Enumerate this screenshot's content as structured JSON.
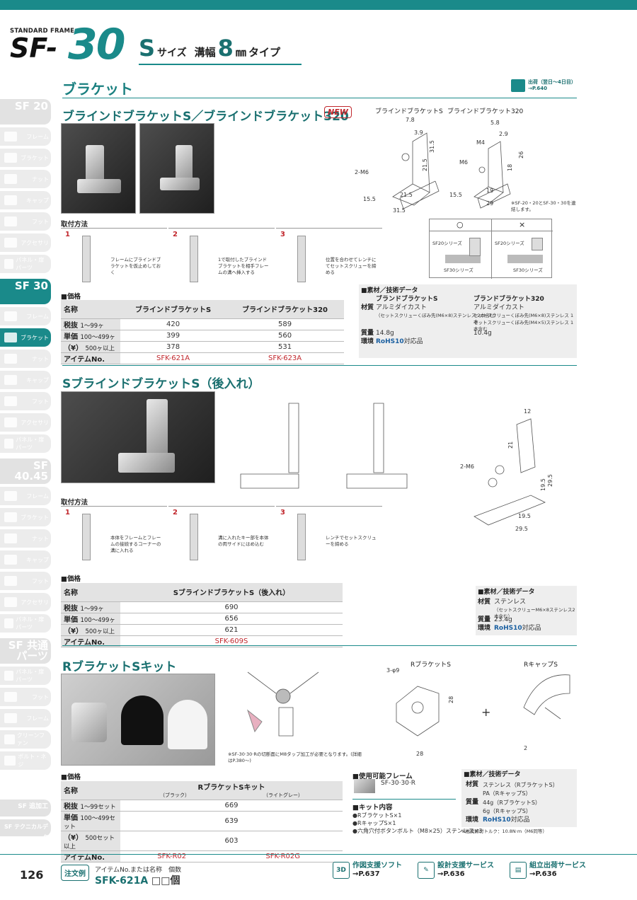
{
  "header": {
    "standard_frame": "STANDARD FRAME",
    "sf_prefix": "SF-",
    "sf_number": "30",
    "size_S": "S",
    "size_label": "サイズ",
    "groove": "溝幅",
    "groove_num": "8",
    "unit": "㎜",
    "type": "タイプ"
  },
  "page_title": "ブラケット",
  "ship": {
    "line1": "出荷（翌日〜4日目）",
    "line2": "→P.640"
  },
  "sidebar": {
    "sf20": "SF 20",
    "sf30": "SF 30",
    "sf4045": "SF 40.45",
    "common": "SF 共通パーツ",
    "addon": "SF 追加工",
    "technical": "SF テクニカルデータ",
    "items20": [
      "フレーム",
      "ブラケット",
      "ナット",
      "キャップ",
      "フット",
      "アクセサリ",
      "パネル・扉パーツ"
    ],
    "items30": [
      "フレーム",
      "ブラケット",
      "ナット",
      "キャップ",
      "フット",
      "アクセサリ",
      "パネル・扉パーツ"
    ],
    "items4045": [
      "フレーム",
      "ブラケット",
      "ナット",
      "キャップ",
      "フット",
      "アクセサリ",
      "パネル・扉パーツ"
    ],
    "itemsCommon": [
      "パネル・扉パーツ",
      "フット",
      "フレーム",
      "クリーンファン",
      "ボルト・ネジ"
    ]
  },
  "sec1": {
    "title": "ブラインドブラケットS／ブラインドブラケット320",
    "new": "NEW",
    "drawing_labels": {
      "left": "ブラインドブラケットS",
      "right": "ブラインドブラケット320"
    },
    "dims_left": [
      "7.8",
      "3.9",
      "31.5",
      "21.5",
      "2-M6",
      "15.5",
      "21.5",
      "31.5"
    ],
    "dims_right": [
      "5.8",
      "2.9",
      "M4",
      "18",
      "26",
      "M6",
      "15.5",
      "19",
      "29"
    ],
    "compat_note": "※SF-20・20とSF-30・30を連結します。",
    "compat": {
      "ok": "○",
      "ng": "×",
      "sf20": "SF20シリーズ",
      "sf30": "SF30シリーズ"
    },
    "install_title": "取付方法",
    "steps": [
      {
        "n": "1",
        "text": "フレームにブラインドブラケットを仮止めしておく"
      },
      {
        "n": "2",
        "text": "1で取付したブラインドブラケットを相手フレームの溝へ挿入する"
      },
      {
        "n": "3",
        "text": "位置を合わせてレンチにてセットスクリューを締める"
      }
    ],
    "price_title": "■価格",
    "price": {
      "name_label": "名称",
      "col1": "ブラインドブラケットS",
      "col2": "ブラインドブラケット320",
      "rows": [
        {
          "label": "税抜",
          "qty": "1〜99ヶ",
          "v1": "420",
          "v2": "589"
        },
        {
          "label": "単価",
          "qty": "100〜499ヶ",
          "v1": "399",
          "v2": "560"
        },
        {
          "label": "（¥）",
          "qty": "500ヶ以上",
          "v1": "378",
          "v2": "531"
        }
      ],
      "item_label": "アイテムNo.",
      "code1": "SFK-621A",
      "code2": "SFK-623A"
    },
    "spec_title": "■素材／技術データ",
    "spec": {
      "col1": "ブランドブラケットS",
      "col2": "ブランドブラケット320",
      "material_label": "材質",
      "mat1": "アルミダイカスト",
      "mat1_sub": "（セットスクリューくぼみ先(M6×8)ステンレス 2本含む）",
      "mat2": "アルミダイカスト",
      "mat2_sub1": "セットスクリューくぼみ先(M6×8)ステンレス 1本",
      "mat2_sub2": "セットスクリューくぼみ先(M4×5)ステンレス 1本含む",
      "weight_label": "質量",
      "w1": "14.8g",
      "w2": "10.4g",
      "env_label": "環境",
      "rohs": "RoHS10",
      "rohs_suffix": "対応品"
    }
  },
  "sec2": {
    "title": "SブラインドブラケットS（後入れ）",
    "dims": [
      "12",
      "21",
      "2-M6",
      "19.5",
      "29.5",
      "19.5",
      "29.5"
    ],
    "install_title": "取付方法",
    "steps": [
      {
        "n": "1",
        "text": "本体をフレームとフレームの接続するコーナーの溝に入れる"
      },
      {
        "n": "2",
        "text": "溝に入れたキー部を本体の両サイドにはめ込む"
      },
      {
        "n": "3",
        "text": "レンチでセットスクリューを締める"
      }
    ],
    "price_title": "■価格",
    "price": {
      "name_label": "名称",
      "col1": "SブラインドブラケットS（後入れ）",
      "rows": [
        {
          "label": "税抜",
          "qty": "1〜99ヶ",
          "v1": "690"
        },
        {
          "label": "単価",
          "qty": "100〜499ヶ",
          "v1": "656"
        },
        {
          "label": "（¥）",
          "qty": "500ヶ以上",
          "v1": "621"
        }
      ],
      "item_label": "アイテムNo.",
      "code1": "SFK-609S"
    },
    "spec_title": "■素材／技術データ",
    "spec": {
      "material_label": "材質",
      "mat": "ステンレス",
      "mat_sub": "（セットスクリューM6×8ステンレス2本含む）",
      "weight_label": "質量",
      "w": "23.4g",
      "env_label": "環境",
      "rohs": "RoHS10",
      "rohs_suffix": "対応品"
    }
  },
  "sec3": {
    "title": "RブラケットSキット",
    "note": "※SF-30·30·Rの切断面にM8タップ加工が必要となります。(詳細はP.380〜)",
    "drawing_labels": {
      "left": "RブラケットS",
      "right": "RキャップS"
    },
    "dims": [
      "3-φ9",
      "28",
      "28",
      "2"
    ],
    "plus": "+",
    "price_title": "■価格",
    "price": {
      "name_label": "名称",
      "col1": "RブラケットSキット",
      "sub1": "（ブラック）",
      "sub2": "（ライトグレー）",
      "rows": [
        {
          "label": "税抜",
          "qty": "1〜99セット",
          "v1": "669"
        },
        {
          "label": "単価",
          "qty": "100〜499セット",
          "v1": "639"
        },
        {
          "label": "（¥）",
          "qty": "500セット以上",
          "v1": "603"
        }
      ],
      "item_label": "アイテムNo.",
      "code1": "SFK-R02",
      "code2": "SFK-R02G"
    },
    "frame_title": "■使用可能フレーム",
    "frame": "SF-30·30·R",
    "kit_title": "■キット内容",
    "kit": [
      "●RブラケットS×1",
      "●RキャップS×1",
      "●六角穴付ボタンボルト（M8×25）ステンレス×3"
    ],
    "spec_title": "■素材／技術データ",
    "spec": {
      "material_label": "材質",
      "mat1": "ステンレス（RブラケットS）",
      "mat2": "PA（RキャップS）",
      "weight_label": "質量",
      "w1": "44g（RブラケットS）",
      "w2": "6g（RキャップS）",
      "env_label": "環境",
      "rohs": "RoHS10",
      "rohs_suffix": "対応品",
      "torque": "※推奨締付トルク：10.8N·m（M6同等）"
    }
  },
  "footer": {
    "page": "126",
    "order_label": "注文例",
    "item_label": "アイテムNo.または名称",
    "qty_label": "個数",
    "example": "SFK-621A",
    "boxes": "□□個",
    "services": [
      {
        "icon": "3D",
        "name": "作図支援ソフト",
        "page": "→P.637"
      },
      {
        "icon": "✎",
        "name": "設計支援サービス",
        "page": "→P.636"
      },
      {
        "icon": "▤",
        "name": "組立出荷サービス",
        "page": "→P.636"
      }
    ]
  },
  "colors": {
    "accent": "#1a8a8a",
    "code_red": "#c1272d",
    "rohs_blue": "#1a5fa0"
  }
}
